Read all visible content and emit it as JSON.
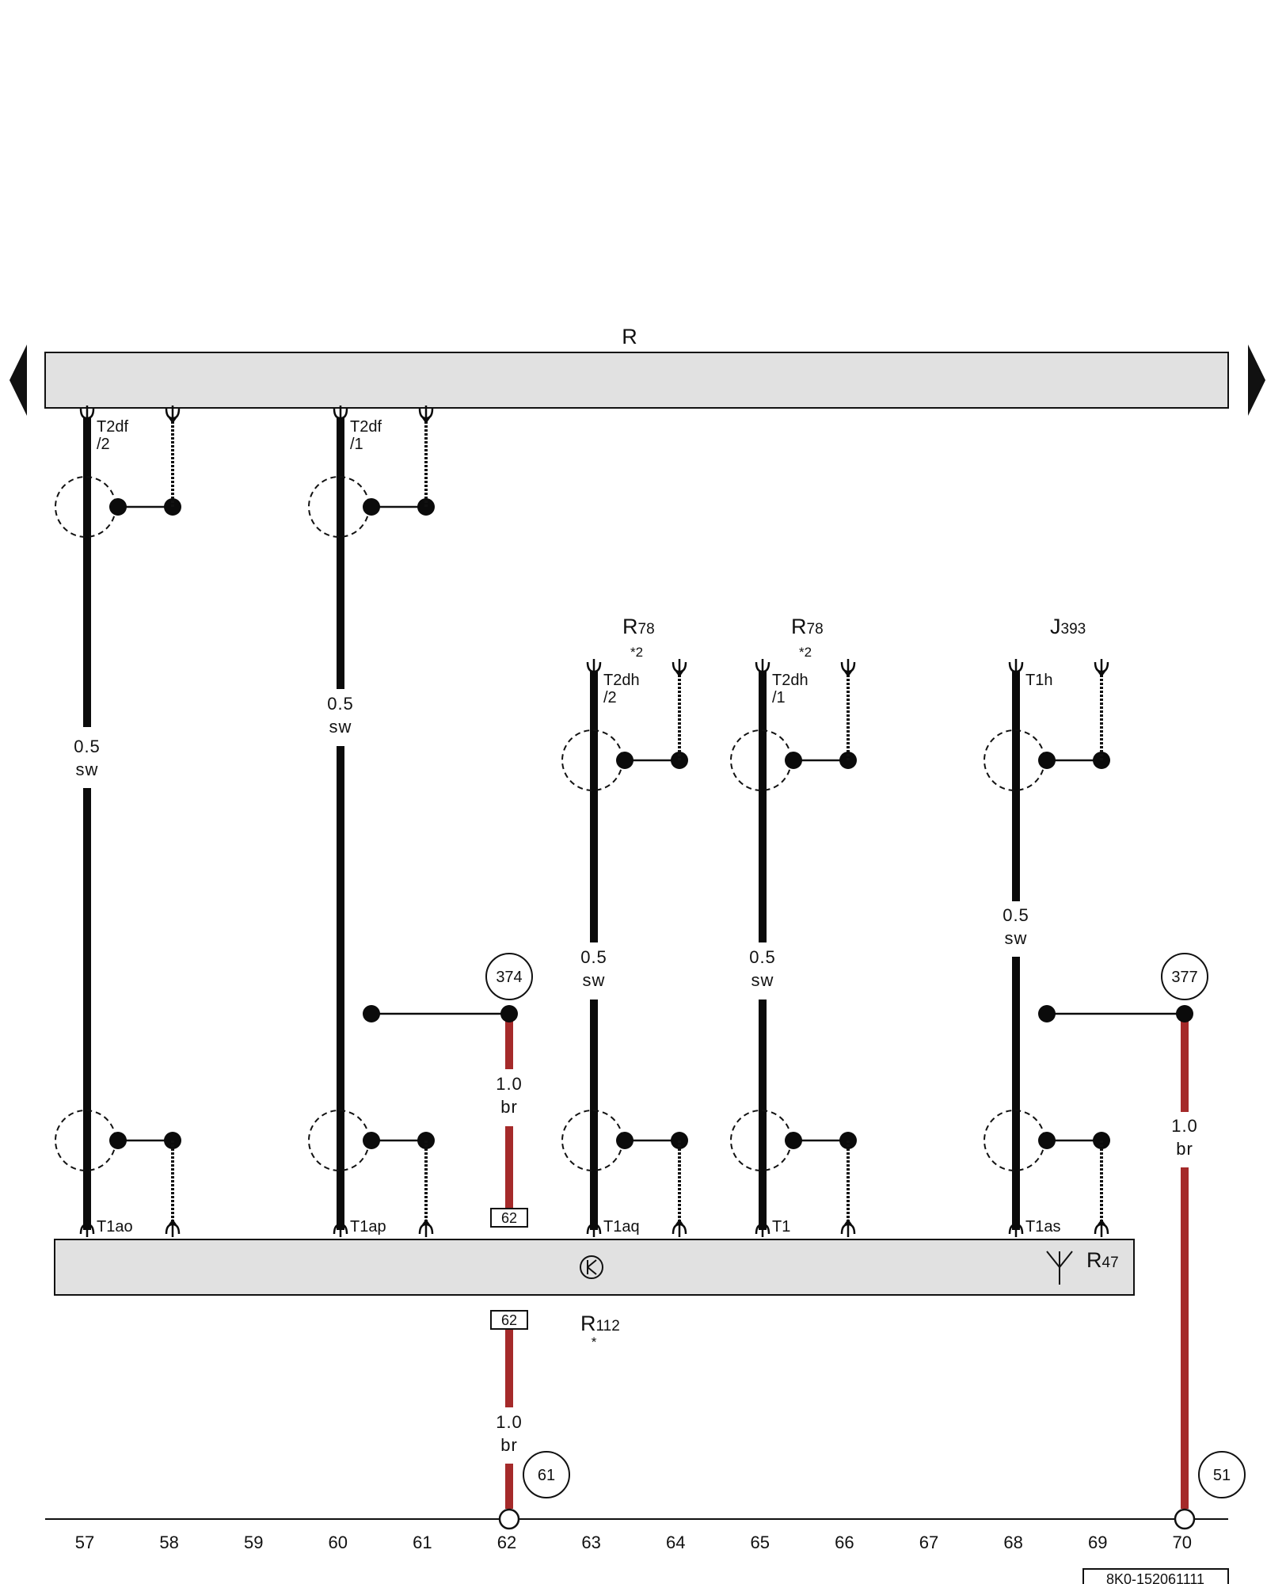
{
  "colors": {
    "background": "#ffffff",
    "panel_fill": "#e1e1e1",
    "wire_black": "#0b0b0b",
    "wire_brown": "#a52a2a"
  },
  "top_component": {
    "name": "R"
  },
  "control_unit": {
    "name": "R",
    "subscript": "47"
  },
  "component_r112": {
    "name": "R",
    "subscript": "112",
    "note": "*"
  },
  "component_r78_a": {
    "name": "R",
    "subscript": "78",
    "note": "*2"
  },
  "component_r78_b": {
    "name": "R",
    "subscript": "78",
    "note": "*2"
  },
  "component_j393": {
    "name": "J",
    "subscript": "393"
  },
  "connectors": {
    "t2df_2": [
      "T2df",
      "/2"
    ],
    "t2df_1": [
      "T2df",
      "/1"
    ],
    "t2dh_2": [
      "T2dh",
      "/2"
    ],
    "t2dh_1": [
      "T2dh",
      "/1"
    ],
    "t1h": "T1h",
    "t1ao": "T1ao",
    "t1ap": "T1ap",
    "t1aq": "T1aq",
    "t1": "T1",
    "t1as": "T1as"
  },
  "wires": [
    {
      "id": "w57",
      "size": "0.5",
      "color": "sw"
    },
    {
      "id": "w60",
      "size": "0.5",
      "color": "sw"
    },
    {
      "id": "w63",
      "size": "0.5",
      "color": "sw"
    },
    {
      "id": "w65",
      "size": "0.5",
      "color": "sw"
    },
    {
      "id": "w68",
      "size": "0.5",
      "color": "sw"
    },
    {
      "id": "w62_top",
      "size": "1.0",
      "color": "br"
    },
    {
      "id": "w62_bottom",
      "size": "1.0",
      "color": "br"
    },
    {
      "id": "w70",
      "size": "1.0",
      "color": "br"
    }
  ],
  "references": {
    "ref374": "374",
    "ref377": "377",
    "ref61": "61",
    "ref51": "51"
  },
  "pin_boxes": {
    "upper": "62",
    "lower": "62"
  },
  "grid_numbers": [
    "57",
    "58",
    "59",
    "60",
    "61",
    "62",
    "63",
    "64",
    "65",
    "66",
    "67",
    "68",
    "69",
    "70"
  ],
  "document_id": "8K0-152061111"
}
